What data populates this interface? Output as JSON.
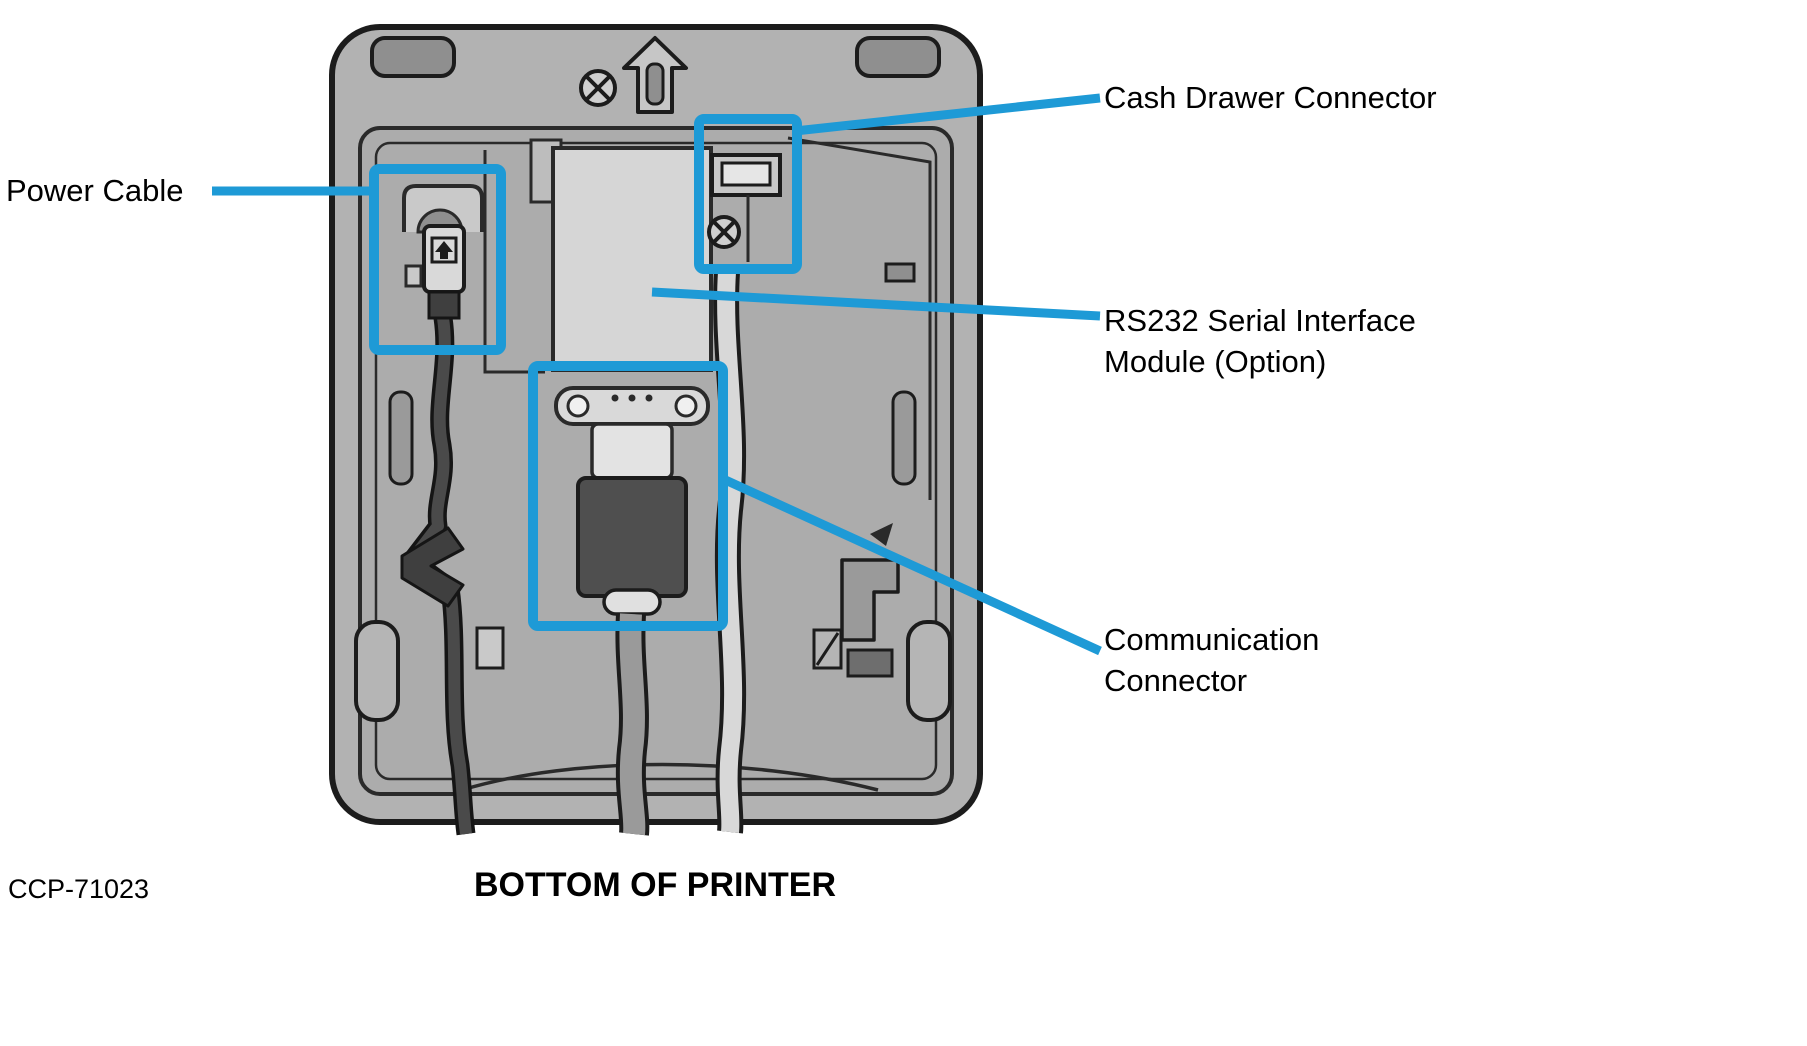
{
  "figure": {
    "id": "CCP-71023",
    "caption": "BOTTOM OF PRINTER"
  },
  "callouts": {
    "power_cable": {
      "label": "Power Cable"
    },
    "cash_drawer": {
      "label": "Cash Drawer Connector"
    },
    "rs232": {
      "label_line1": "RS232 Serial Interface",
      "label_line2": "Module (Option)"
    },
    "communication": {
      "label_line1": "Communication",
      "label_line2": "Connector"
    }
  },
  "colors": {
    "callout_blue": "#1e9ad6",
    "printer_body": "#b2b2b2",
    "outline": "#1c1c1c"
  }
}
